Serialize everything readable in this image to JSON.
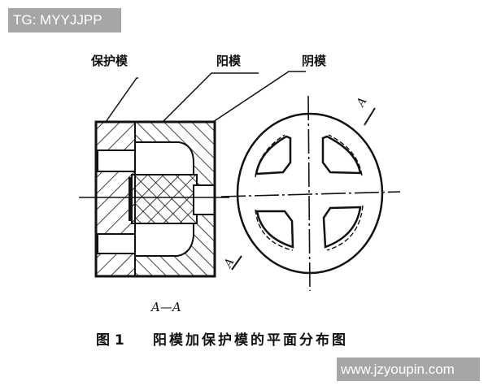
{
  "watermarks": {
    "top": "TG: MYYJJPP",
    "bottom": "www.jzyoupin.com"
  },
  "labels": {
    "protective_die": "保护模",
    "male_die": "阳模",
    "female_die": "阴模",
    "section_mark": "A",
    "section_view": "A—A"
  },
  "caption": {
    "figure_number": "图 1",
    "text": "阳模加保护模的平面分布图"
  },
  "colors": {
    "line": "#111111",
    "watermark_bg": "#a6a6a6",
    "watermark_text": "#ffffff",
    "background": "#ffffff"
  }
}
